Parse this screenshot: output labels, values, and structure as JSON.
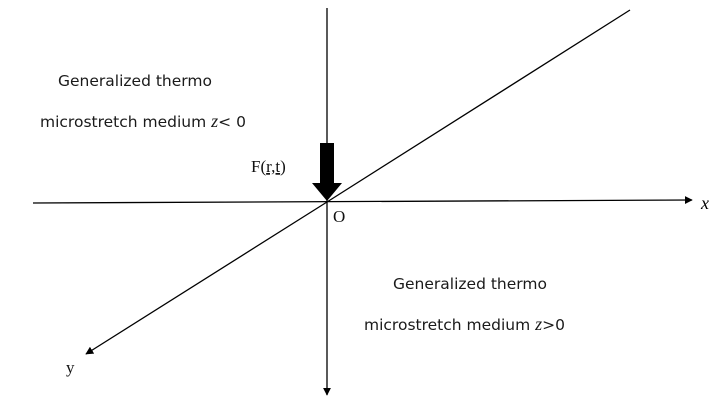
{
  "region_upper": {
    "line1": "Generalized thermo",
    "line2_prefix": "microstretch medium ",
    "line2_var": "z",
    "line2_suffix": "< 0"
  },
  "region_lower": {
    "line1": "Generalized thermo",
    "line2_prefix": "microstretch medium ",
    "line2_var": "z",
    "line2_suffix": ">0"
  },
  "force_label": {
    "prefix": "F(",
    "args": "r,t",
    "suffix": ")"
  },
  "origin_label": "O",
  "x_axis_label": "x",
  "y_axis_label": "y",
  "colors": {
    "line": "#000000",
    "text": "#1a1a1a",
    "spell_underline": "#c00000"
  }
}
